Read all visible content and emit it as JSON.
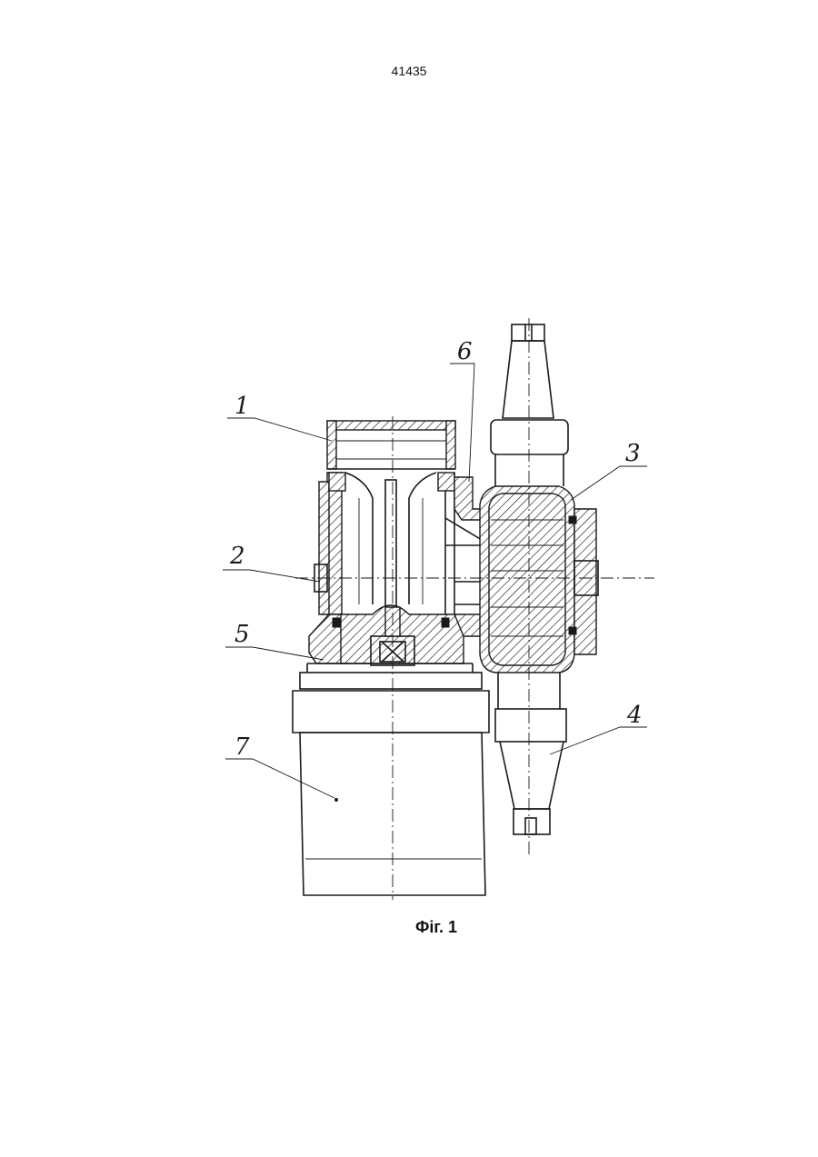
{
  "page_number": "41435",
  "figure_caption": "Фіг. 1",
  "callouts": [
    {
      "id": "1",
      "text": "1"
    },
    {
      "id": "2",
      "text": "2"
    },
    {
      "id": "3",
      "text": "3"
    },
    {
      "id": "4",
      "text": "4"
    },
    {
      "id": "5",
      "text": "5"
    },
    {
      "id": "6",
      "text": "6"
    },
    {
      "id": "7",
      "text": "7"
    }
  ]
}
